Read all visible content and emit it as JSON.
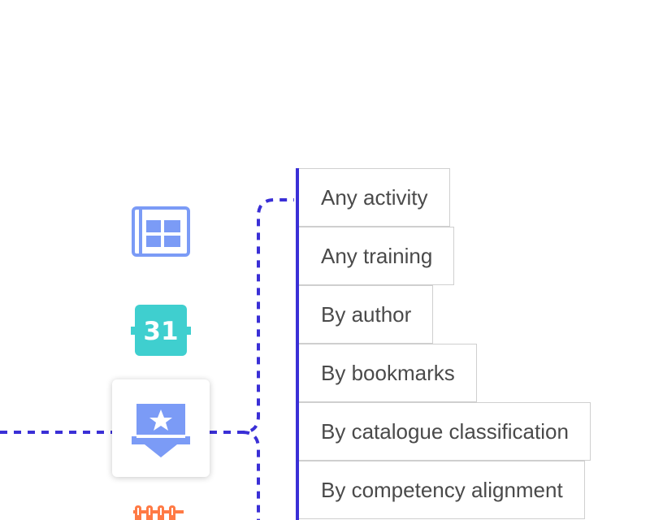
{
  "filters": {
    "items": [
      {
        "label": "Any activity"
      },
      {
        "label": "Any training"
      },
      {
        "label": "By author"
      },
      {
        "label": "By bookmarks"
      },
      {
        "label": "By catalogue classification"
      },
      {
        "label": "By competency alignment"
      }
    ]
  },
  "icons": {
    "table": {
      "name": "table-grid-icon",
      "color": "#7b9bf6"
    },
    "calendar": {
      "name": "calendar-icon",
      "label": "31",
      "color": "#3fcfcf"
    },
    "badge": {
      "name": "star-badge-icon",
      "color": "#7b9bf6",
      "selected": true
    },
    "partial": {
      "name": "fence-icon",
      "color": "#ff7a45"
    }
  },
  "colors": {
    "connector": "#3a2fd6",
    "text": "#4a4a4a",
    "border": "#cfcfcf"
  }
}
